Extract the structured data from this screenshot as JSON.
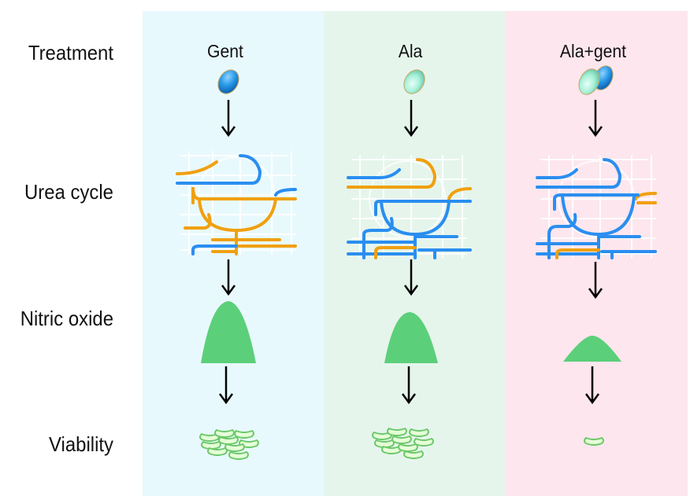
{
  "rows": [
    {
      "label": "Treatment"
    },
    {
      "label": "Urea cycle"
    },
    {
      "label": "Nitric oxide"
    },
    {
      "label": "Viability"
    }
  ],
  "columns": [
    {
      "treatment": "Gent",
      "background": "#e8f9fd",
      "drugs": [
        "gentamicin"
      ],
      "urea_cycle_dominant": "orange",
      "nitric_oxide_level": "high",
      "viability": "high"
    },
    {
      "treatment": "Ala",
      "background": "#e5f5ec",
      "drugs": [
        "alanine"
      ],
      "urea_cycle_dominant": "blue",
      "nitric_oxide_level": "high",
      "viability": "high"
    },
    {
      "treatment": "Ala+gent",
      "background": "#fde6ee",
      "drugs": [
        "alanine",
        "gentamicin"
      ],
      "urea_cycle_dominant": "blue",
      "nitric_oxide_level": "low",
      "viability": "low"
    }
  ],
  "colors": {
    "pathway_orange": "#f0a010",
    "pathway_blue": "#2a8ef0",
    "nitric_oxide": "#5ccf7a",
    "gent_pill": "#2a8ee0",
    "ala_pill": "#9ef0d8",
    "cell": "#8fd88a"
  }
}
